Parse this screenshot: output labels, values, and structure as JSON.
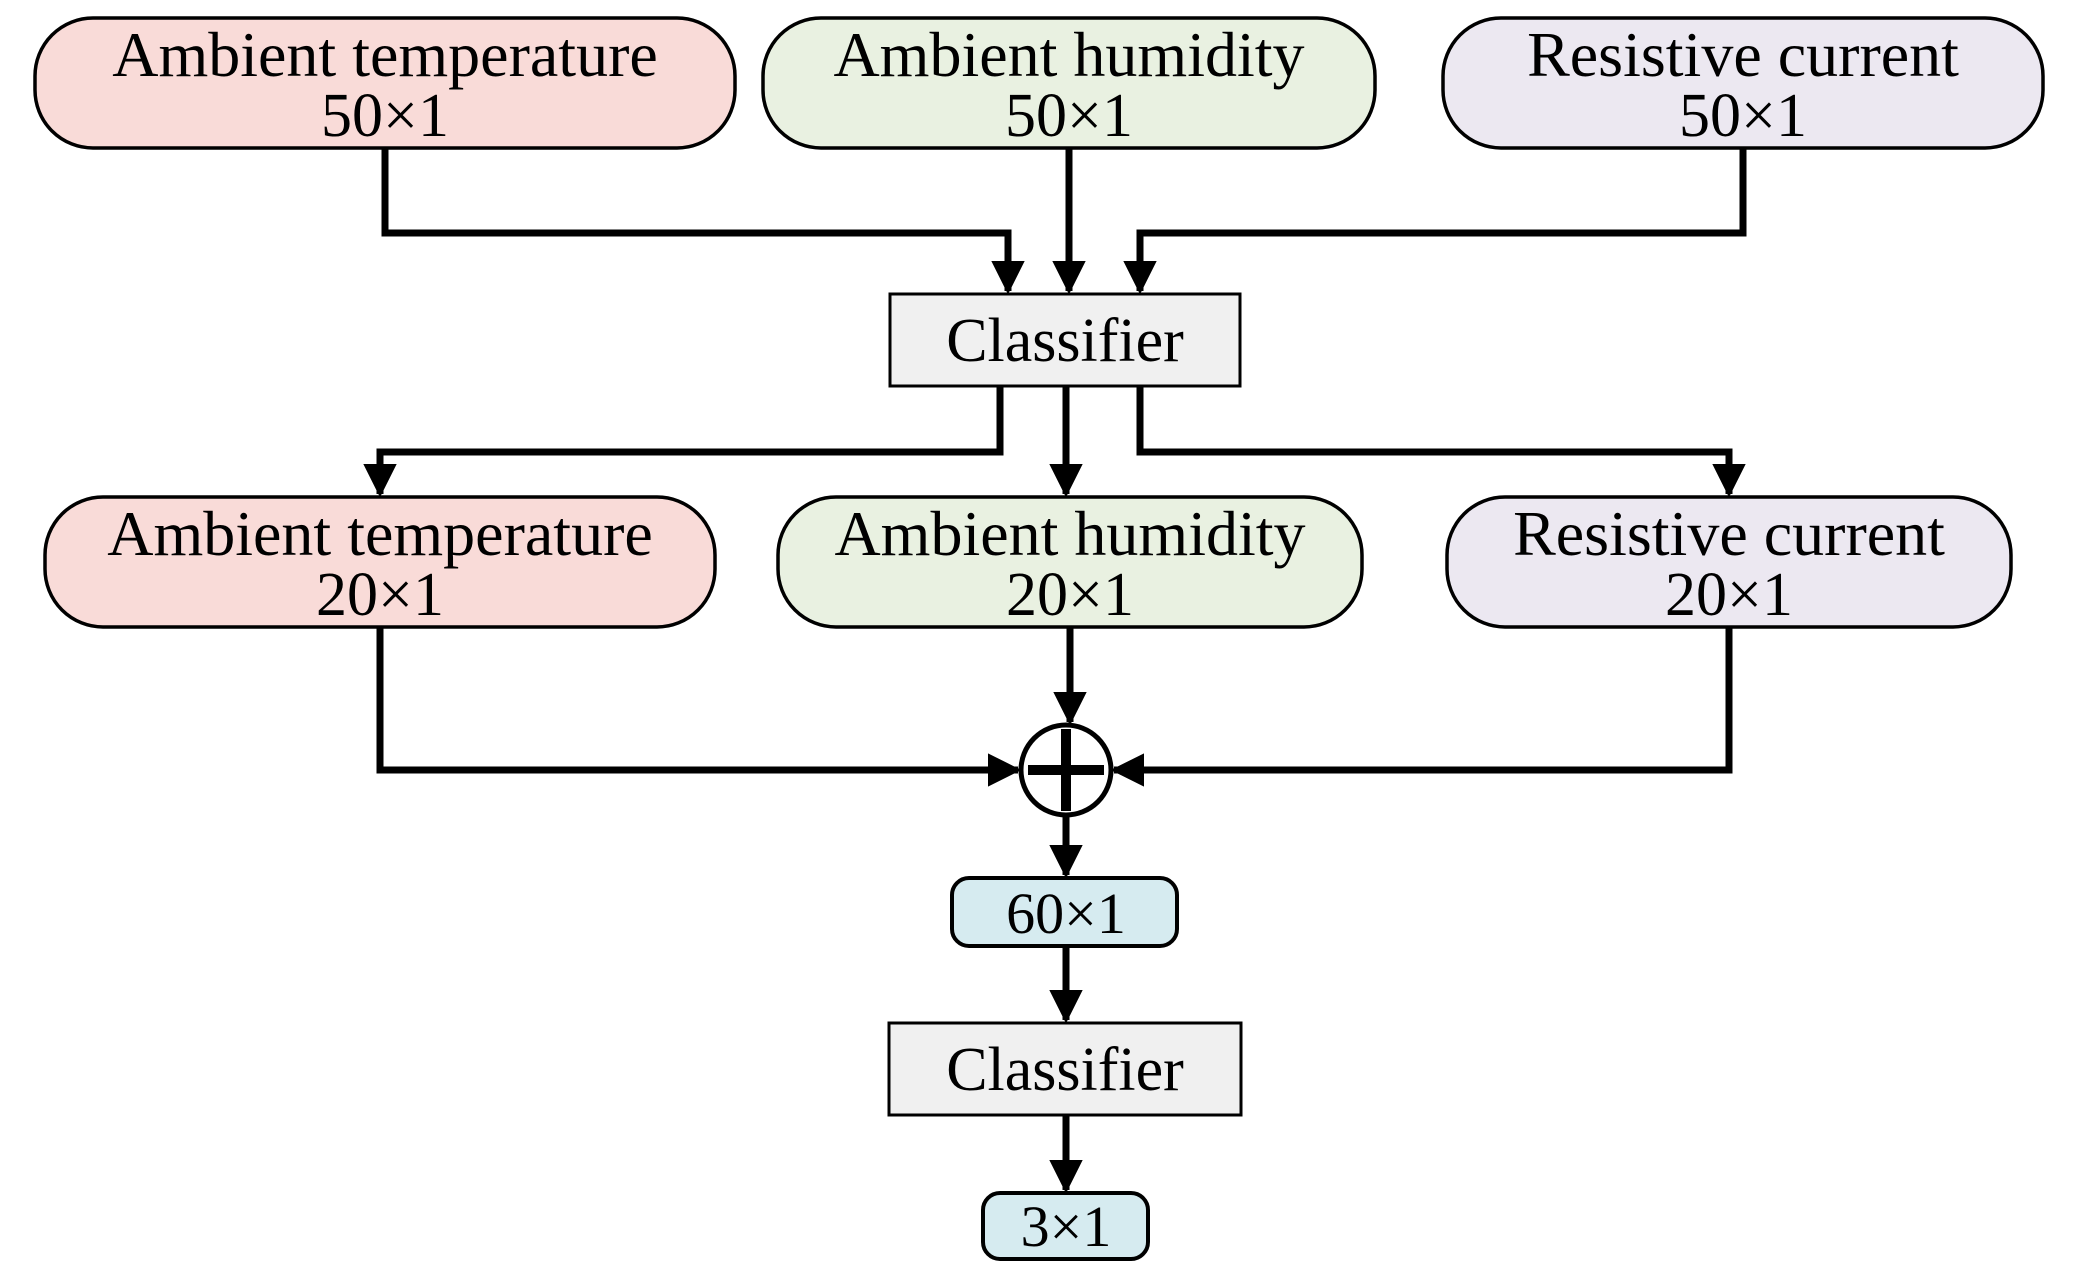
{
  "diagram": {
    "nodes": {
      "temp50": {
        "label": "Ambient temperature",
        "dims": "50×1",
        "fill": "#f9dbd8"
      },
      "hum50": {
        "label": "Ambient humidity",
        "dims": "50×1",
        "fill": "#e9f1e1"
      },
      "res50": {
        "label": "Resistive current",
        "dims": "50×1",
        "fill": "#ece8f1"
      },
      "classifier1": {
        "label": "Classifier",
        "fill": "#f0f0f0"
      },
      "temp20": {
        "label": "Ambient temperature",
        "dims": "20×1",
        "fill": "#f9dbd8"
      },
      "hum20": {
        "label": "Ambient humidity",
        "dims": "20×1",
        "fill": "#e9f1e1"
      },
      "res20": {
        "label": "Resistive current",
        "dims": "20×1",
        "fill": "#ece8f1"
      },
      "concat60": {
        "label": "60×1",
        "fill": "#d6ebf0"
      },
      "classifier2": {
        "label": "Classifier",
        "fill": "#f0f0f0"
      },
      "out3": {
        "label": "3×1",
        "fill": "#d6ebf0"
      }
    },
    "icons": {
      "sum_junction": "⊕"
    },
    "style": {
      "line_color": "#000000",
      "text_color": "#000000",
      "background": "#ffffff",
      "junction_fill": "#ffffff"
    }
  }
}
